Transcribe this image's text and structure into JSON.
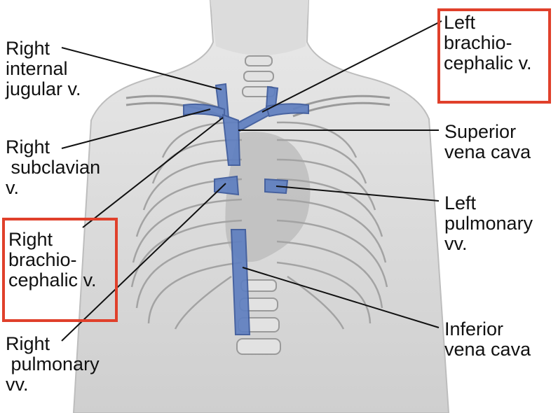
{
  "labels": {
    "right_internal_jugular": [
      "Right",
      "internal",
      "jugular v."
    ],
    "right_subclavian": [
      "Right",
      " subclavian",
      "v."
    ],
    "right_brachiocephalic": [
      "Right",
      "brachio-",
      "cephalic v."
    ],
    "right_pulmonary": [
      "Right",
      " pulmonary",
      "vv."
    ],
    "left_brachiocephalic": [
      "Left",
      "brachio-",
      "cephalic v."
    ],
    "superior_vena_cava": [
      "Superior",
      "vena cava"
    ],
    "left_pulmonary": [
      "Left",
      "pulmonary",
      "vv."
    ],
    "inferior_vena_cava": [
      "Inferior",
      "vena cava"
    ]
  },
  "colors": {
    "highlight_box": "#e0402b",
    "vein": "#5f7fc0",
    "body_shading": "#d4d4d4",
    "bone_outline": "#9a9a9a"
  }
}
